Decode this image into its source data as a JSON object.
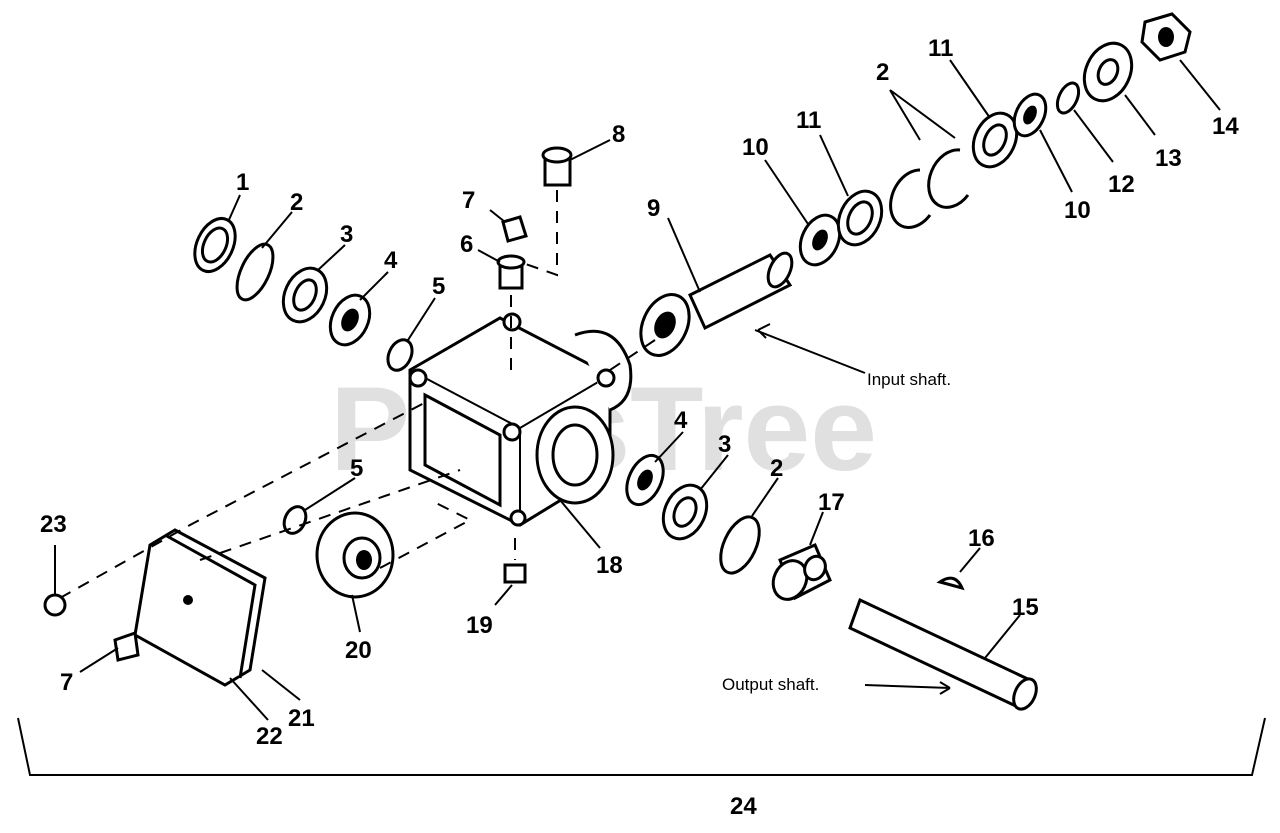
{
  "watermark": "PartsTree",
  "captions": {
    "input_shaft": "Input shaft.",
    "output_shaft": "Output shaft."
  },
  "labels": [
    "1",
    "2",
    "3",
    "4",
    "5",
    "6",
    "7",
    "8",
    "9",
    "10",
    "11",
    "11",
    "2",
    "10",
    "12",
    "13",
    "14",
    "4",
    "3",
    "2",
    "17",
    "16",
    "15",
    "5",
    "18",
    "19",
    "20",
    "23",
    "7",
    "22",
    "21",
    "24"
  ]
}
